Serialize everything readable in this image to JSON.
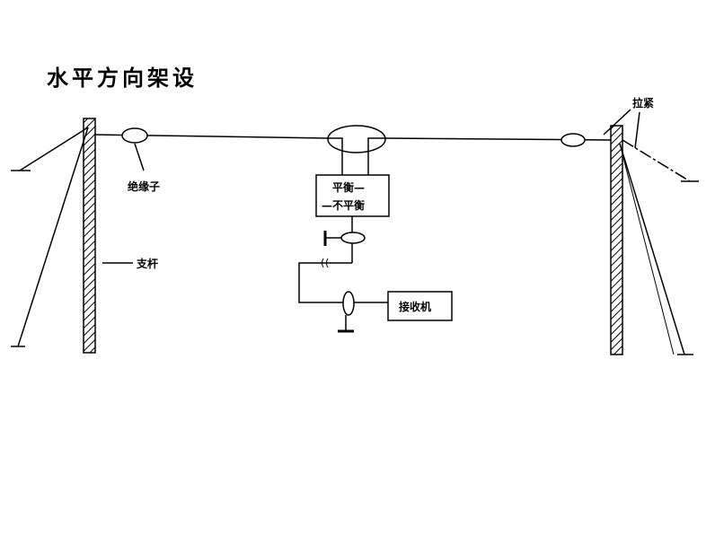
{
  "title": "水平方向架设",
  "labels": {
    "insulator": "绝缘子",
    "pole": "支杆",
    "guy_wire": "拉紧",
    "balun_line1": "平衡—",
    "balun_line2": "—不平衡",
    "receiver": "接收机"
  }
}
